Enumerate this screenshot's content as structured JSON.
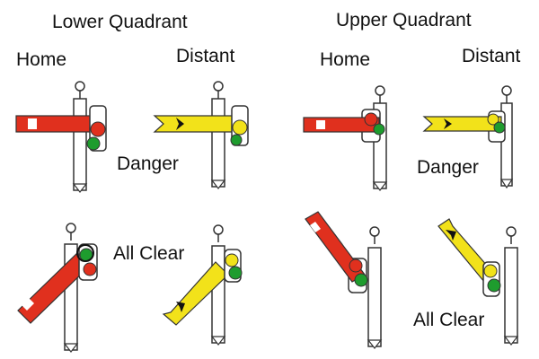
{
  "sections": {
    "lower": {
      "title": "Lower Quadrant",
      "home_label": "Home",
      "distant_label": "Distant"
    },
    "upper": {
      "title": "Upper Quadrant",
      "home_label": "Home",
      "distant_label": "Distant"
    }
  },
  "aspects": {
    "danger": "Danger",
    "danger_upper": "Danger",
    "all_clear": "All Clear",
    "all_clear_upper": "All Clear"
  },
  "colors": {
    "home_arm": "#e0301e",
    "distant_arm": "#f2e21a",
    "lamp_red": "#e0301e",
    "lamp_green": "#1e9c2e",
    "lamp_yellow": "#f2e21a",
    "stripe": "#ffffff",
    "chevron": "#111111",
    "post": "#ffffff",
    "outline": "#333333"
  }
}
